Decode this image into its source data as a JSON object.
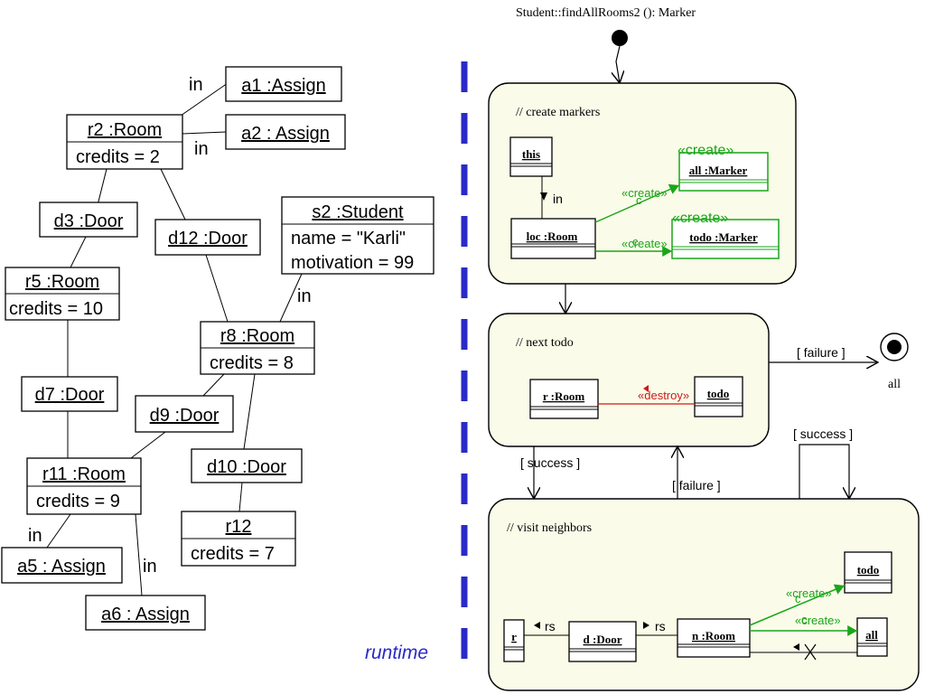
{
  "colors": {
    "green_link": "#1aa61a",
    "red_link": "#cc1a1a",
    "swimlane_divider": "#2a2ac8",
    "runtime_label": "#2a2ac8",
    "activity_fill": "#fbfbe9"
  },
  "left": {
    "objects": {
      "a1": {
        "name": "a1 :Assign"
      },
      "a2": {
        "name": "a2 : Assign"
      },
      "r2": {
        "name": "r2 :Room",
        "attr1": "credits = 2"
      },
      "d3": {
        "name": "d3 :Door"
      },
      "d12": {
        "name": "d12 :Door"
      },
      "s2": {
        "name": "s2 :Student",
        "attr1": "name = \"Karli\"",
        "attr2": "motivation = 99"
      },
      "r5": {
        "name": "r5 :Room",
        "attr1": "credits = 10"
      },
      "r8": {
        "name": "r8 :Room",
        "attr1": "credits = 8"
      },
      "d7": {
        "name": "d7 :Door"
      },
      "d9": {
        "name": "d9 :Door"
      },
      "d10": {
        "name": "d10 :Door"
      },
      "r11": {
        "name": "r11 :Room",
        "attr1": "credits = 9"
      },
      "r12": {
        "name": "r12",
        "attr1": "credits = 7"
      },
      "a5": {
        "name": "a5 : Assign"
      },
      "a6": {
        "name": "a6 : Assign"
      }
    },
    "link_labels": {
      "r2_a1": "in",
      "r2_a2": "in",
      "s2_r8": "in",
      "r11_a5": "in",
      "r11_a6": "in"
    },
    "runtime_label": "runtime"
  },
  "right": {
    "method_title": "Student::findAllRooms2 (): Marker",
    "activities": {
      "create_markers": {
        "comment": "// create markers",
        "this_label": "this",
        "loc_label": "loc :Room",
        "all_label": "all :Marker",
        "todo_label": "todo   :Marker",
        "in_label": "in",
        "create_stereo_1": "«create»",
        "create_stereo_2": "«create»",
        "link_create_1": "«create»",
        "link_create_2": "«create»",
        "link_letter_1": "c",
        "link_letter_2": "c"
      },
      "next_todo": {
        "comment": "// next todo",
        "r_label": "r :Room",
        "todo_label": "todo",
        "destroy_label": "«destroy»"
      },
      "visit_neighbors": {
        "comment": "// visit neighbors",
        "r_label": "r",
        "d_label": "d :Door",
        "n_label": "n :Room",
        "todo_label": "todo",
        "all_label": "all",
        "rs_left": "rs",
        "rs_right": "rs",
        "link_create_1": "«create»",
        "link_create_2": "«create»",
        "link_letter_1": "c",
        "link_letter_2": "c"
      }
    },
    "guards": {
      "failure_final": "[  failure  ]",
      "success_down": "[  success   ]",
      "failure_up": "[  failure  ]",
      "success_loop": "[  success   ]"
    },
    "final_label": "all"
  }
}
